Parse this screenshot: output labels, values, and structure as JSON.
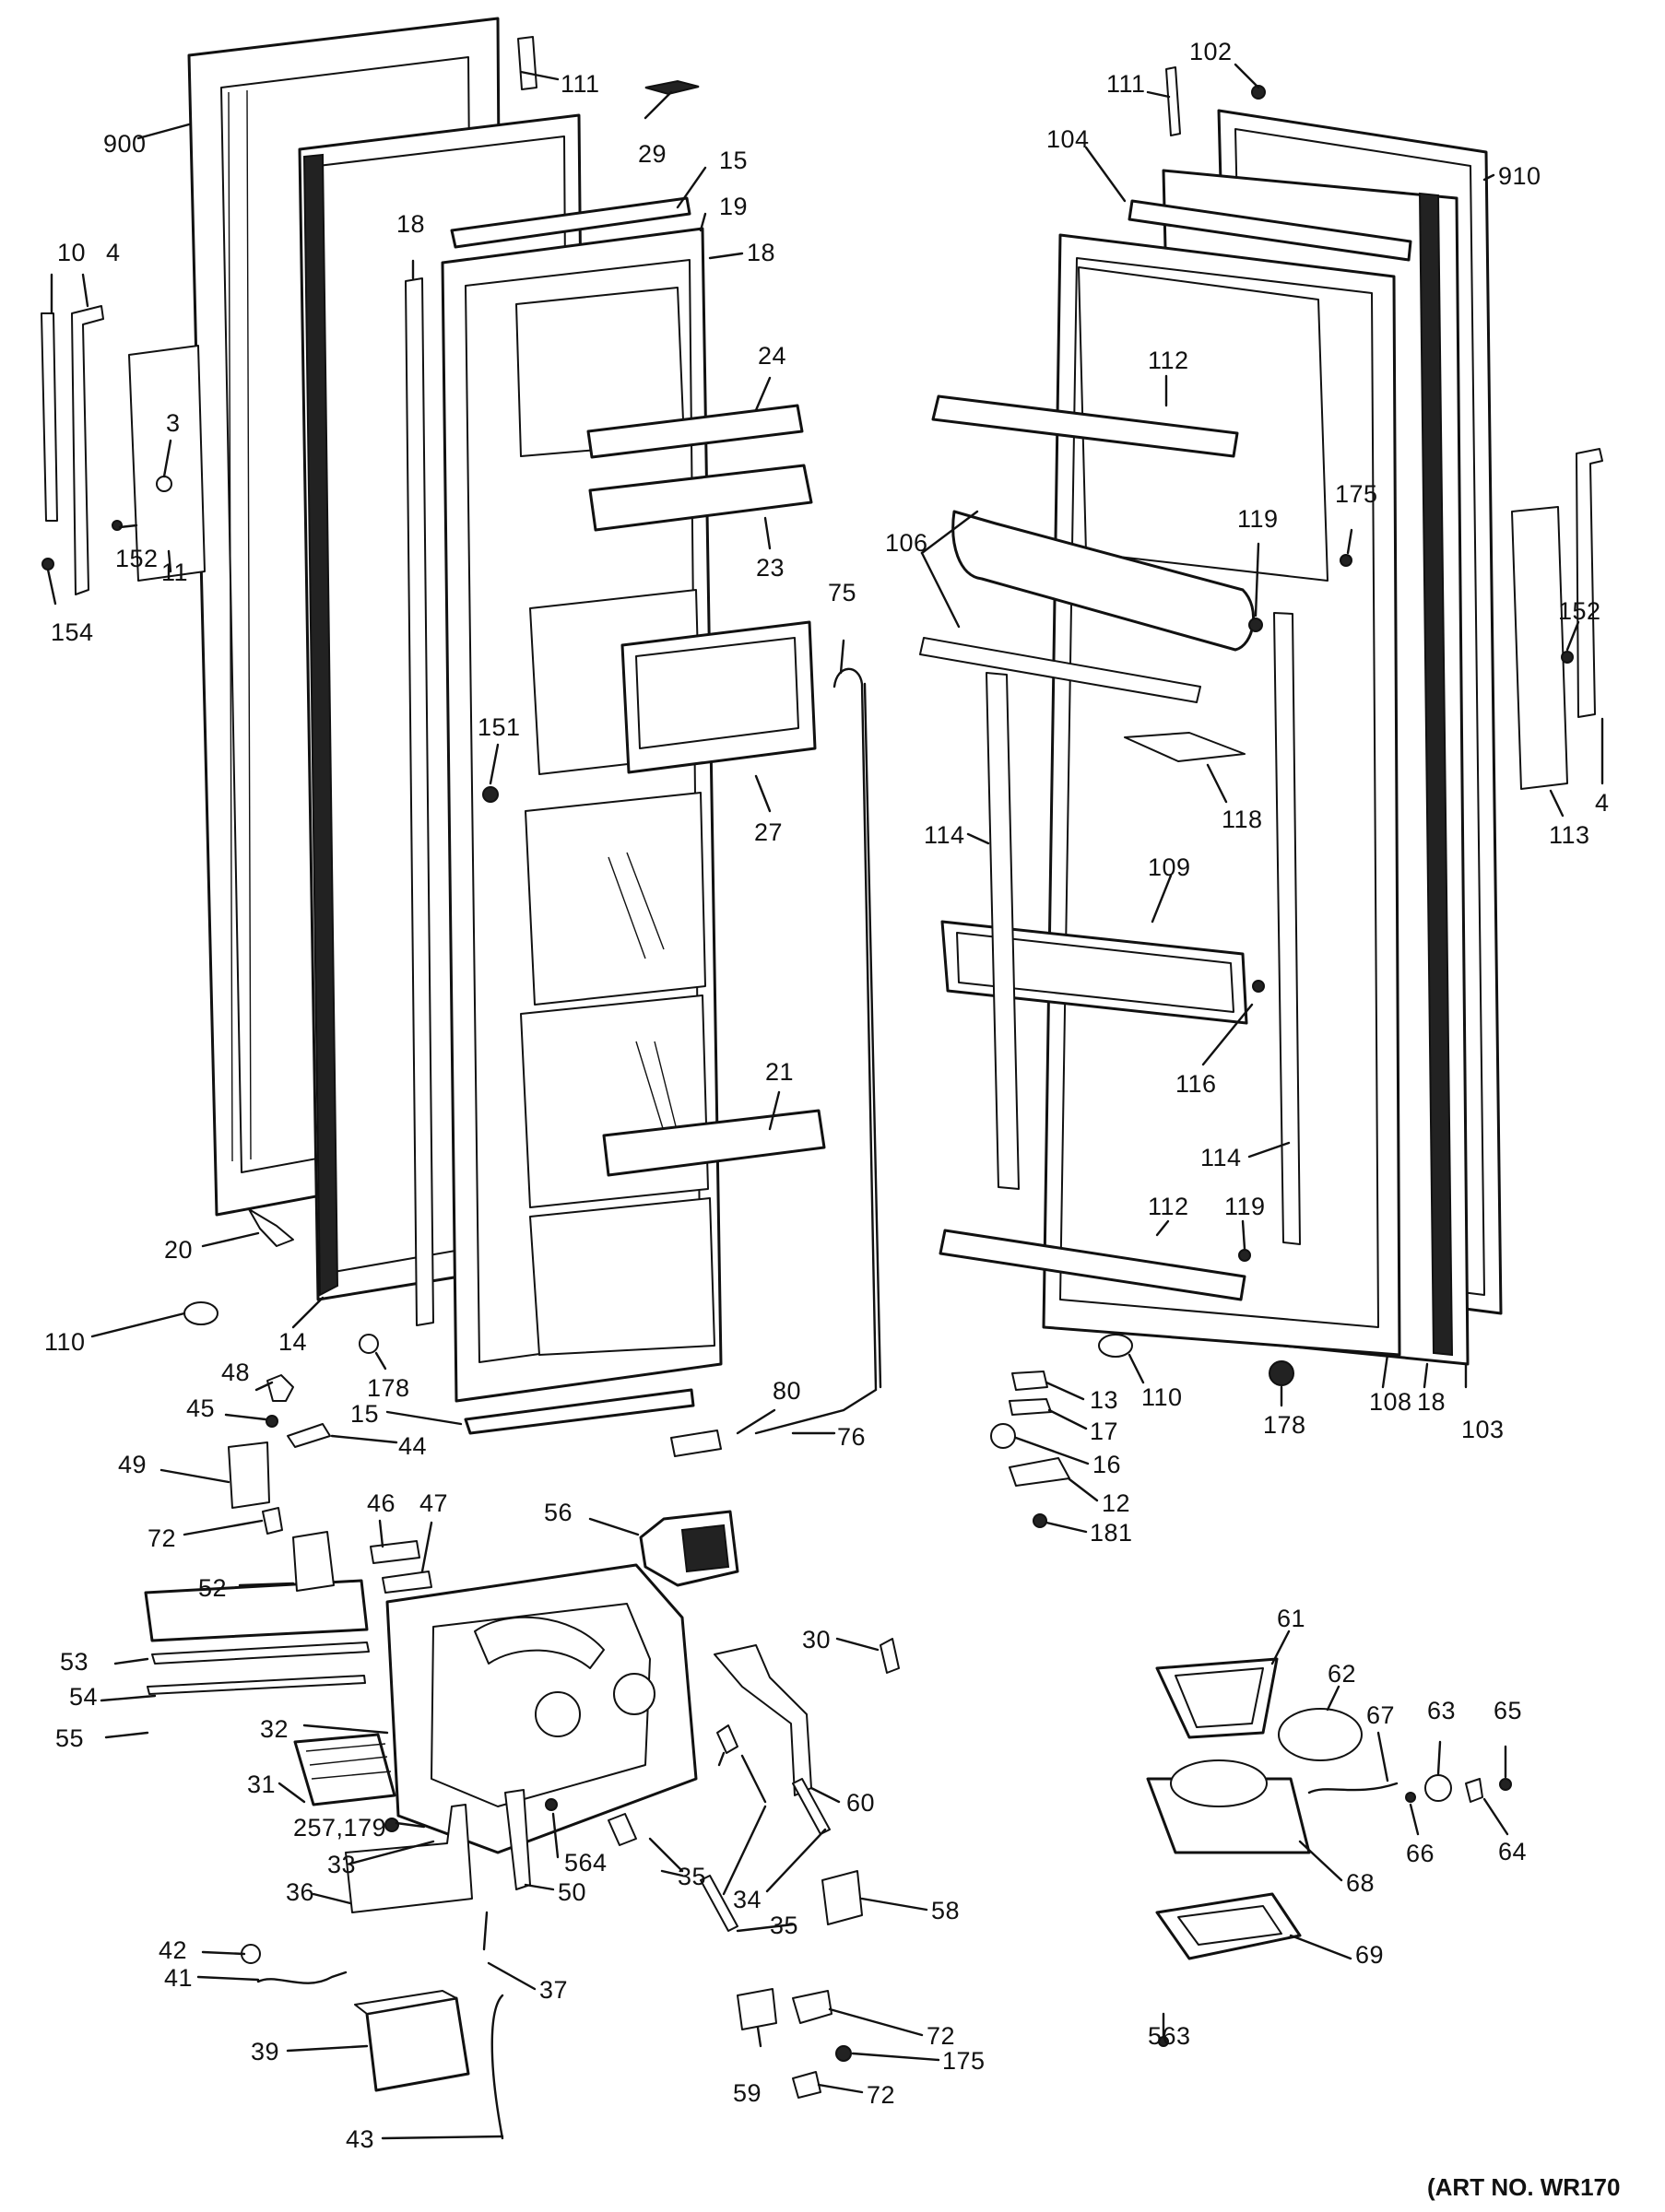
{
  "art_no": "(ART NO. WR170",
  "labels": {
    "l900": "900",
    "l111a": "111",
    "l29": "29",
    "l15a": "15",
    "l19": "19",
    "l18a": "18",
    "l18b": "18",
    "l10": "10",
    "l4a": "4",
    "l3": "3",
    "l152a": "152",
    "l154": "154",
    "l11": "11",
    "l24": "24",
    "l23": "23",
    "l151": "151",
    "l27": "27",
    "l75": "75",
    "l21": "21",
    "l20": "20",
    "l14": "14",
    "l110a": "110",
    "l178a": "178",
    "l15b": "15",
    "l80": "80",
    "l76": "76",
    "l48": "48",
    "l45": "45",
    "l44": "44",
    "l49": "49",
    "l72a": "72",
    "l46": "46",
    "l47": "47",
    "l52": "52",
    "l56": "56",
    "l53": "53",
    "l54": "54",
    "l55": "55",
    "l32": "32",
    "l31": "31",
    "l33": "33",
    "l30": "30",
    "l60": "60",
    "l35a": "35",
    "l34": "34",
    "l35b": "35",
    "l564": "564",
    "l257": "257,179",
    "l36": "36",
    "l50": "50",
    "l42": "42",
    "l41": "41",
    "l37": "37",
    "l39": "39",
    "l43": "43",
    "l58": "58",
    "l72b": "72",
    "l175b": "175",
    "l59": "59",
    "l72c": "72",
    "l102": "102",
    "l111b": "111",
    "l104": "104",
    "l910": "910",
    "l112a": "112",
    "l175a": "175",
    "l119a": "119",
    "l106": "106",
    "l152b": "152",
    "l118": "118",
    "l114a": "114",
    "l109": "109",
    "l113": "113",
    "l4b": "4",
    "l116": "116",
    "l114b": "114",
    "l112b": "112",
    "l119b": "119",
    "l110b": "110",
    "l178b": "178",
    "l108": "108",
    "l18c": "18",
    "l103": "103",
    "l13": "13",
    "l17": "17",
    "l16": "16",
    "l12": "12",
    "l181": "181",
    "l61": "61",
    "l62": "62",
    "l67": "67",
    "l63": "63",
    "l65": "65",
    "l66": "66",
    "l64": "64",
    "l68": "68",
    "l69": "69",
    "l563": "563"
  }
}
